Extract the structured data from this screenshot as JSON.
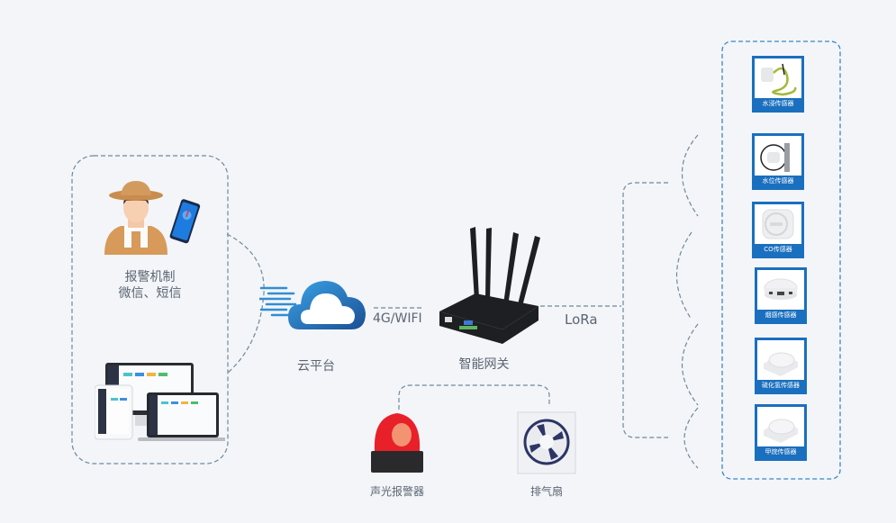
{
  "alert_group": {
    "title_line1": "报警机制",
    "title_line2": "微信、短信"
  },
  "cloud": {
    "label": "云平台"
  },
  "link_cloud_gateway": {
    "label": "4G/WIFI"
  },
  "gateway": {
    "label": "智能网关"
  },
  "link_gateway_sensors": {
    "label": "LoRa"
  },
  "actuators": [
    {
      "label": "声光报警器",
      "icon": "siren-icon"
    },
    {
      "label": "排气扇",
      "icon": "exhaust-fan-icon"
    }
  ],
  "sensors": [
    {
      "label": "水浸传感器",
      "icon": "water-leak-sensor-icon"
    },
    {
      "label": "水位传感器",
      "icon": "water-level-sensor-icon"
    },
    {
      "label": "CO传感器",
      "icon": "co-sensor-icon"
    },
    {
      "label": "烟感传感器",
      "icon": "smoke-sensor-icon"
    },
    {
      "label": "硫化氢传感器",
      "icon": "h2s-sensor-icon"
    },
    {
      "label": "甲烷传感器",
      "icon": "methane-sensor-icon"
    }
  ],
  "colors": {
    "background": "#f3f5f9",
    "accent_blue": "#1a6fbf",
    "dash_line": "#6b8795"
  }
}
